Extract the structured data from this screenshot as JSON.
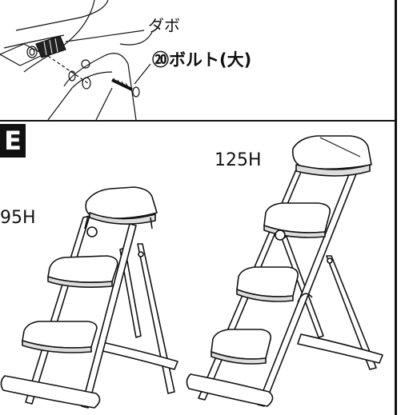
{
  "top_panel": {
    "dowel_label": "ダボ",
    "bolt_label": "⑳ボルト(大)"
  },
  "section_e": {
    "badge": "E",
    "model_small": "95H",
    "model_large": "125H"
  },
  "colors": {
    "line": "#111111",
    "background": "#ffffff"
  }
}
